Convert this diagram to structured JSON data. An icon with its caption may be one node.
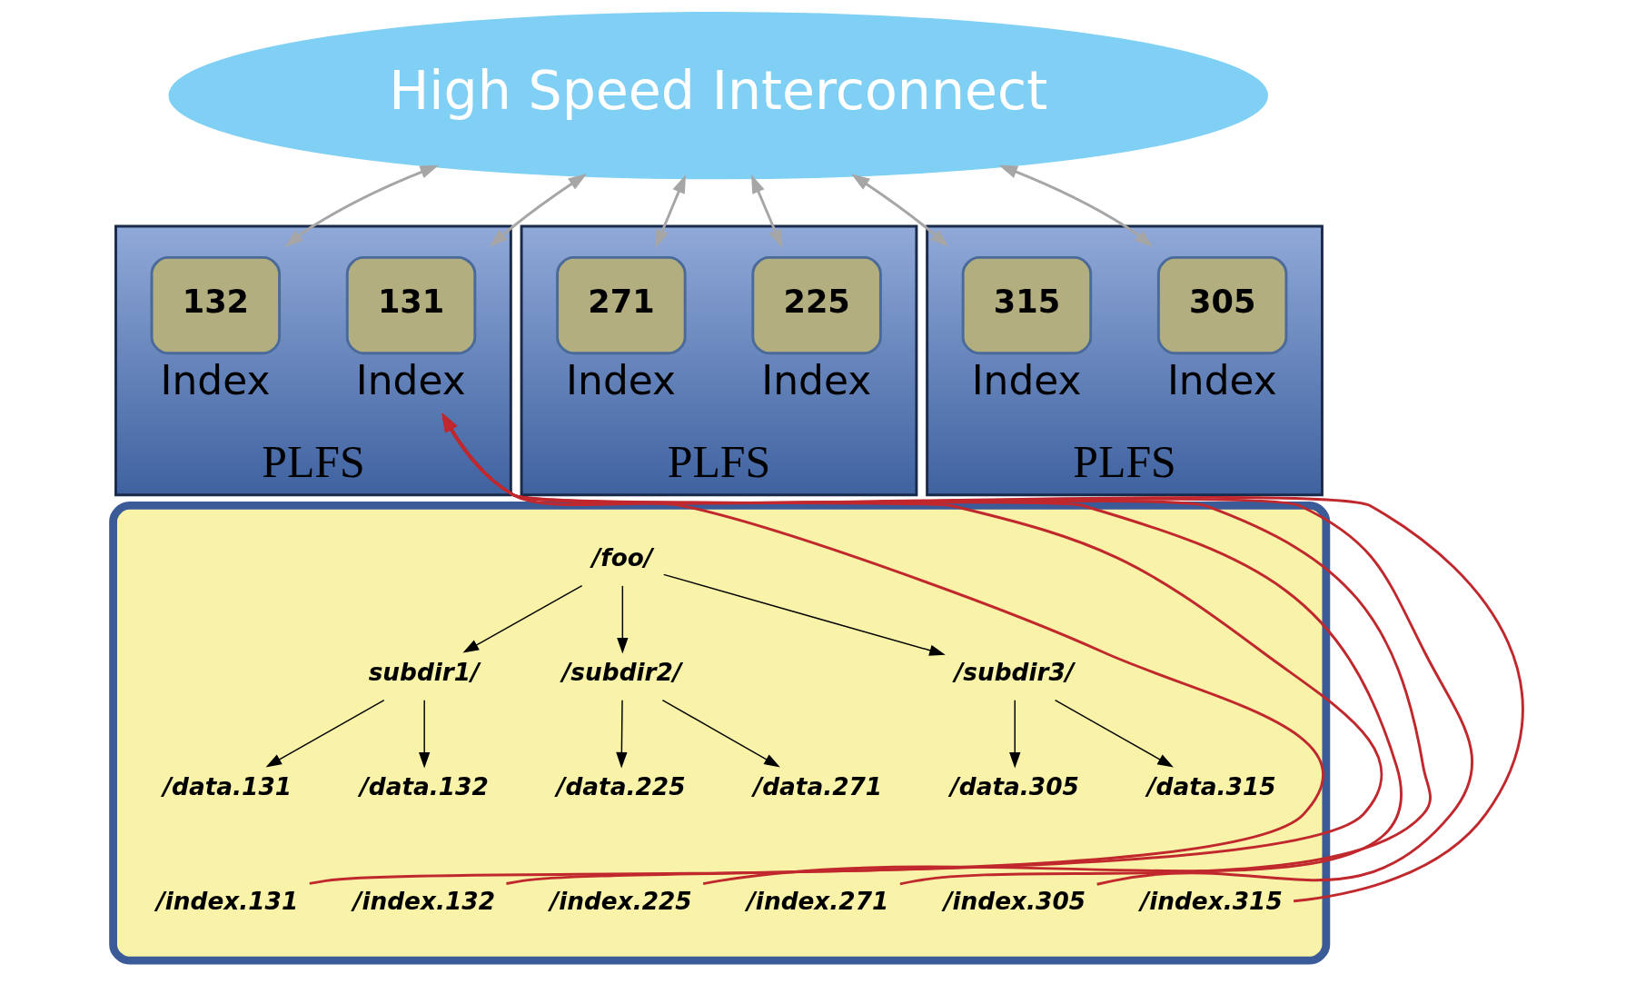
{
  "diagram": {
    "nodes": [
      {
        "text": [
          "High Speed Interconnect"
        ]
      },
      {
        "text": [
          "PLFS"
        ]
      },
      {
        "text": [
          "131"
        ],
        "in": 1,
        "beside": [
          "Index"
        ]
      },
      {
        "text": [
          "132"
        ],
        "in": 1,
        "beside": [
          "Index"
        ]
      },
      {
        "text": [
          "PLFS"
        ]
      },
      {
        "text": [
          "225"
        ],
        "in": 4,
        "beside": [
          "Index"
        ]
      },
      {
        "text": [
          "271"
        ],
        "in": 4,
        "beside": [
          "Index"
        ]
      },
      {
        "text": [
          "PLFS"
        ]
      },
      {
        "text": [
          "305"
        ],
        "in": 7,
        "beside": [
          "Index"
        ]
      },
      {
        "text": [
          "315"
        ],
        "in": 7,
        "beside": [
          "Index"
        ]
      },
      {
        "text": [],
        "shape": "cylinder"
      },
      {
        "text": [
          "/foo/"
        ],
        "in": 10
      },
      {
        "text": [
          "subdir1/"
        ],
        "in": 10
      },
      {
        "text": [
          "/subdir2/"
        ],
        "in": 10
      },
      {
        "text": [
          "/subdir3/"
        ],
        "in": 10
      },
      {
        "text": [
          "/data.131"
        ],
        "in": 10
      },
      {
        "text": [
          "/index.131"
        ],
        "in": 10
      },
      {
        "text": [
          "/data.132"
        ],
        "in": 10
      },
      {
        "text": [
          "/index.132"
        ],
        "in": 10
      },
      {
        "text": [
          "/data.225"
        ],
        "in": 10
      },
      {
        "text": [
          "/index.225"
        ],
        "in": 10
      },
      {
        "text": [
          "/data.271"
        ],
        "in": 10
      },
      {
        "text": [
          "/index.271"
        ],
        "in": 10
      },
      {
        "text": [
          "/data.305"
        ],
        "in": 10
      },
      {
        "text": [
          "/index.305"
        ],
        "in": 10
      },
      {
        "text": [
          "/data.315"
        ],
        "in": 10
      },
      {
        "text": [
          "/index.315"
        ],
        "in": 10
      }
    ],
    "edges": [
      {
        "from": 0,
        "to": 2,
        "arrow": "both",
        "color": "#a6a6a6"
      },
      {
        "from": 0,
        "to": 3,
        "arrow": "both",
        "color": "#a6a6a6"
      },
      {
        "from": 0,
        "to": 5,
        "arrow": "both",
        "color": "#a6a6a6"
      },
      {
        "from": 0,
        "to": 6,
        "arrow": "both",
        "color": "#a6a6a6"
      },
      {
        "from": 0,
        "to": 8,
        "arrow": "both",
        "color": "#a6a6a6"
      },
      {
        "from": 0,
        "to": 9,
        "arrow": "both",
        "color": "#a6a6a6"
      },
      {
        "from": 11,
        "to": 12,
        "arrow": "to"
      },
      {
        "from": 11,
        "to": 13,
        "arrow": "to"
      },
      {
        "from": 11,
        "to": 14,
        "arrow": "to"
      },
      {
        "from": 12,
        "to": 15,
        "arrow": "to"
      },
      {
        "from": 12,
        "to": 17,
        "arrow": "to"
      },
      {
        "from": 13,
        "to": 19,
        "arrow": "to"
      },
      {
        "from": 13,
        "to": 21,
        "arrow": "to"
      },
      {
        "from": 14,
        "to": 23,
        "arrow": "to"
      },
      {
        "from": 14,
        "to": 25,
        "arrow": "to"
      },
      {
        "from": 16,
        "to": 2,
        "arrow": "to",
        "color": "#c0282d"
      },
      {
        "from": 18,
        "to": 2,
        "arrow": "to",
        "color": "#c0282d"
      },
      {
        "from": 20,
        "to": 2,
        "arrow": "to",
        "color": "#c0282d"
      },
      {
        "from": 22,
        "to": 2,
        "arrow": "to",
        "color": "#c0282d"
      },
      {
        "from": 24,
        "to": 2,
        "arrow": "to",
        "color": "#c0282d"
      },
      {
        "from": 26,
        "to": 2,
        "arrow": "to",
        "color": "#c0282d"
      }
    ]
  }
}
